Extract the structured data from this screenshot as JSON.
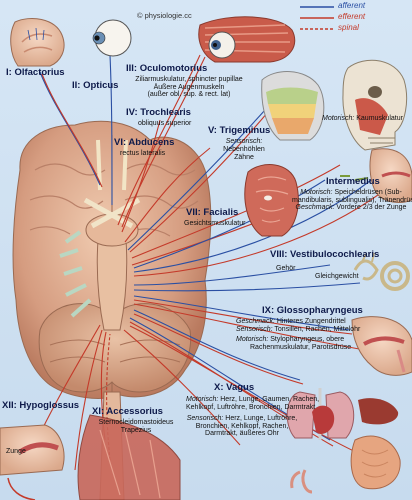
{
  "copyright": "© physiologie.cc",
  "legend": [
    {
      "label": "afferent",
      "color": "#2a4fa3"
    },
    {
      "label": "efferent",
      "color": "#c43a2a"
    },
    {
      "label": "spinal",
      "color": "#c43a2a"
    }
  ],
  "nerves": {
    "olfactorius": {
      "title": "I: Olfactorius"
    },
    "opticus": {
      "title": "II: Opticus"
    },
    "oculomotorius": {
      "title": "III: Oculomotorius",
      "lines": [
        "Ziliarmuskulatur, sphincter pupillae",
        "Äußere Augenmuskeln",
        "(außer obl. sup. & rect. lat)"
      ]
    },
    "trochlearis": {
      "title": "IV: Trochlearis",
      "lines": [
        "obliquus superior"
      ]
    },
    "abducens": {
      "title": "VI: Abducens",
      "lines": [
        "rectus lateralis"
      ]
    },
    "trigeminus": {
      "title": "V: Trigeminus",
      "sens_label": "Sensorisch:",
      "lines": [
        "Nebenhöhlen",
        "Zähne"
      ],
      "mot_label": "Motorisch:",
      "mot": "Kaumuskulatur"
    },
    "facialis": {
      "title": "VII: Facialis",
      "lines": [
        "Gesichtsmuskulatur"
      ]
    },
    "intermedius": {
      "title": "Intermedius",
      "mot_label": "Motorisch:",
      "mot": "Speicheldrüsen (Sub-",
      "lines": [
        "mandibularis, sublingualis), Tränendrüsen"
      ],
      "taste_label": "Geschmack:",
      "taste": "Vordere 2/3 der Zunge"
    },
    "vestibulo": {
      "title": "VIII: Vestibulocochlearis",
      "hearing": "Gehör",
      "balance": "Gleichgewicht"
    },
    "glosso": {
      "title": "IX: Glossopharyngeus",
      "taste_label": "Geschmack:",
      "taste": "Hinteres Zungendrittel",
      "sens_label": "Sensorisch:",
      "sens": "Tonsillen, Rachen, Mittelohr",
      "mot_label": "Motorisch:",
      "mot": "Stylopharyngeus, obere",
      "lines": [
        "Rachenmuskulatur, Parotisdrüse"
      ]
    },
    "vagus": {
      "title": "X: Vagus",
      "mot_label": "Motorisch:",
      "mot": "Herz, Lunge, Gaumen, Rachen,",
      "mot_lines": [
        "Kehlkopf, Luftröhre, Bronchien, Darmtrakt"
      ],
      "sens_label": "Sensorisch:",
      "sens": "Herz, Lunge, Luftröhre,",
      "sens_lines": [
        "Bronchien, Kehlkopf, Rachen,",
        "Darmtrakt, äußeres Ohr"
      ]
    },
    "accessorius": {
      "title": "XI: Accessorius",
      "lines": [
        "Sternocleidomastoideus",
        "Trapezius"
      ]
    },
    "hypoglossus": {
      "title": "XII: Hypoglossus",
      "tongue": "Zunge"
    }
  },
  "colors": {
    "background": "#cfe0f0",
    "title_text": "#0e1a4a",
    "afferent": "#2a4fa3",
    "efferent": "#c43a2a"
  }
}
